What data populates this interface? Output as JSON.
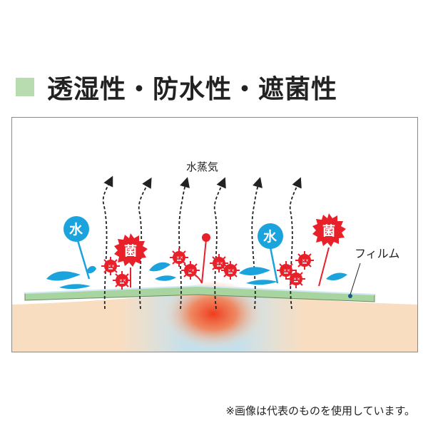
{
  "heading": {
    "title": "透湿性・防水性・遮菌性",
    "marker_color": "#b8dcb0"
  },
  "diagram": {
    "vapor_label": "水蒸気",
    "film_label": "フィルム",
    "water_label": "水",
    "germ_label": "菌",
    "colors": {
      "water": "#1aa3dd",
      "germ": "#e8202a",
      "film": "#a8d4a0",
      "skin": "#f9ddc0",
      "heat": "#f04a22"
    }
  },
  "footer": {
    "note": "※画像は代表のものを使用しています。"
  }
}
